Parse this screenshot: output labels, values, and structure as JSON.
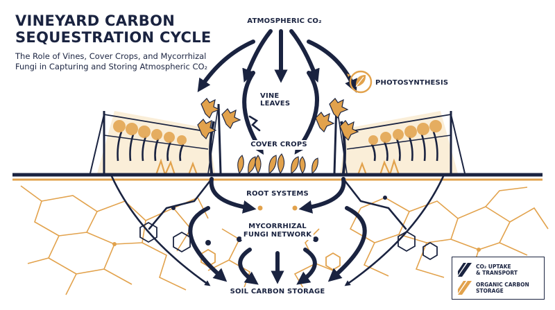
{
  "title_lines": [
    "VINEYARD CARBON",
    "SEQUESTRATION CYCLE"
  ],
  "subtitle_lines": [
    "The Role of Vines, Cover Crops, and Mycorrhizal",
    "Fungi in Capturing and Storing Atmospheric CO₂"
  ],
  "labels": {
    "atmospheric": "ATMOSPHERIC CO₂",
    "photosynthesis": "PHOTOSYNTHESIS",
    "vine_leaves": [
      "VINE",
      "LEAVES"
    ],
    "cover_crops": "COVER CROPS",
    "root_systems": "ROOT SYSTEMS",
    "fungi": [
      "MYCORRHIZAL",
      "FUNGI NETWORK"
    ],
    "soil_storage": "SOIL CARBON STORAGE"
  },
  "legend": {
    "uptake": {
      "lines": [
        "CO₂ UPTAKE",
        "& TRANSPORT"
      ],
      "color": "#1a2340"
    },
    "storage": {
      "lines": [
        "ORGANIC CARBON",
        "STORAGE"
      ],
      "color": "#e2a24c"
    }
  },
  "colors": {
    "navy": "#1a2340",
    "gold": "#e2a24c",
    "pale_gold": "#f3d9a8"
  },
  "icons": [
    "leaf-in-circle-icon"
  ]
}
